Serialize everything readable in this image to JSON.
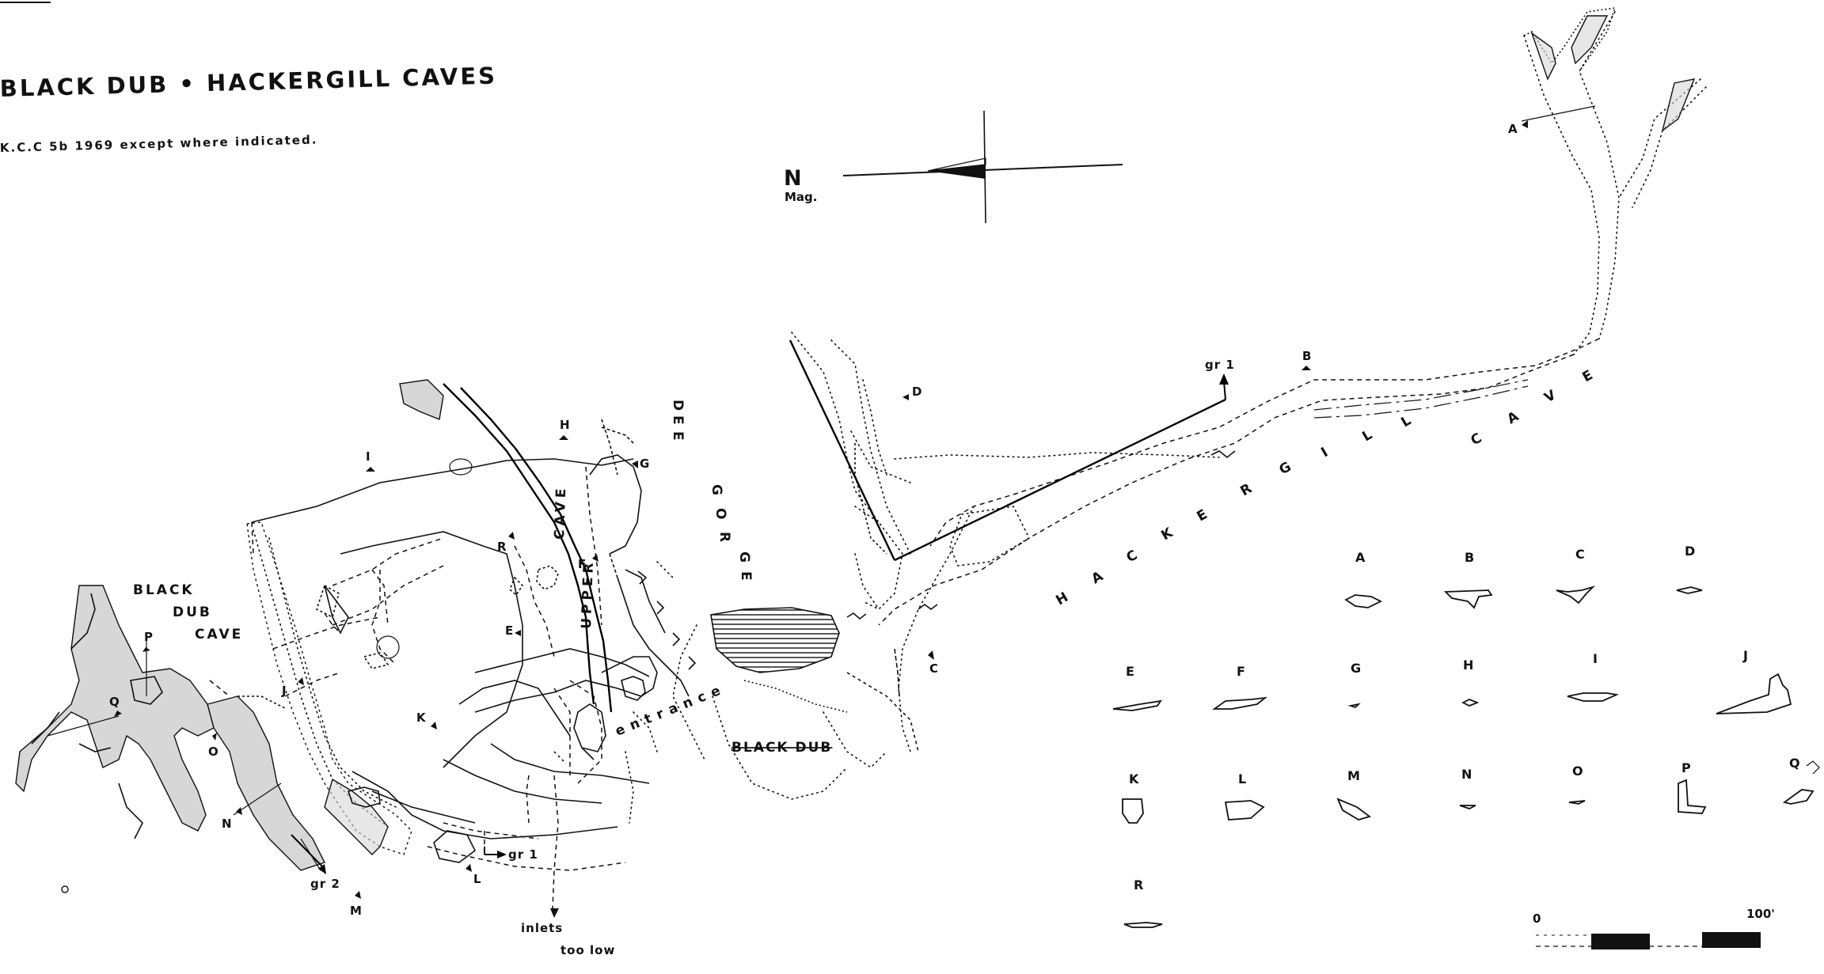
{
  "title": {
    "main": "BLACK DUB • HACKERGILL CAVES",
    "survey_note": "K.C.C  5b   1969   except  where  indicated."
  },
  "north_arrow": {
    "label": "N",
    "sublabel": "Mag."
  },
  "features": {
    "black_dub_cave": [
      "BLACK",
      "DUB",
      "CAVE"
    ],
    "upper_cave": [
      "UPPER",
      "CAVE"
    ],
    "dee_gorge": [
      "D",
      "E",
      "E",
      "G",
      "O",
      "R",
      "G",
      "E"
    ],
    "hackergill_cave": [
      "H",
      "A",
      "C",
      "K",
      "E",
      "R",
      "G",
      "I",
      "L",
      "L",
      "C",
      "A",
      "V",
      "E"
    ],
    "black_dub_pool": "BLACK DUB",
    "entrance": "entrance",
    "inlets": [
      "inlets",
      "too low"
    ]
  },
  "grade_labels": {
    "gr1_top": "gr 1",
    "gr1_bottom": "gr 1",
    "gr2": "gr 2"
  },
  "stations": [
    "A",
    "B",
    "C",
    "D",
    "E",
    "F",
    "G",
    "H",
    "I",
    "J",
    "K",
    "L",
    "M",
    "N",
    "O",
    "P",
    "Q",
    "R"
  ],
  "cross_sections": {
    "row1": [
      "A",
      "B",
      "C",
      "D"
    ],
    "row2": [
      "E",
      "F",
      "G",
      "H",
      "I",
      "J"
    ],
    "row3": [
      "K",
      "L",
      "M",
      "N",
      "O",
      "P",
      "Q"
    ],
    "row4": [
      "R"
    ]
  },
  "scale_bar": {
    "min_label": "0",
    "max_label": "100'"
  }
}
